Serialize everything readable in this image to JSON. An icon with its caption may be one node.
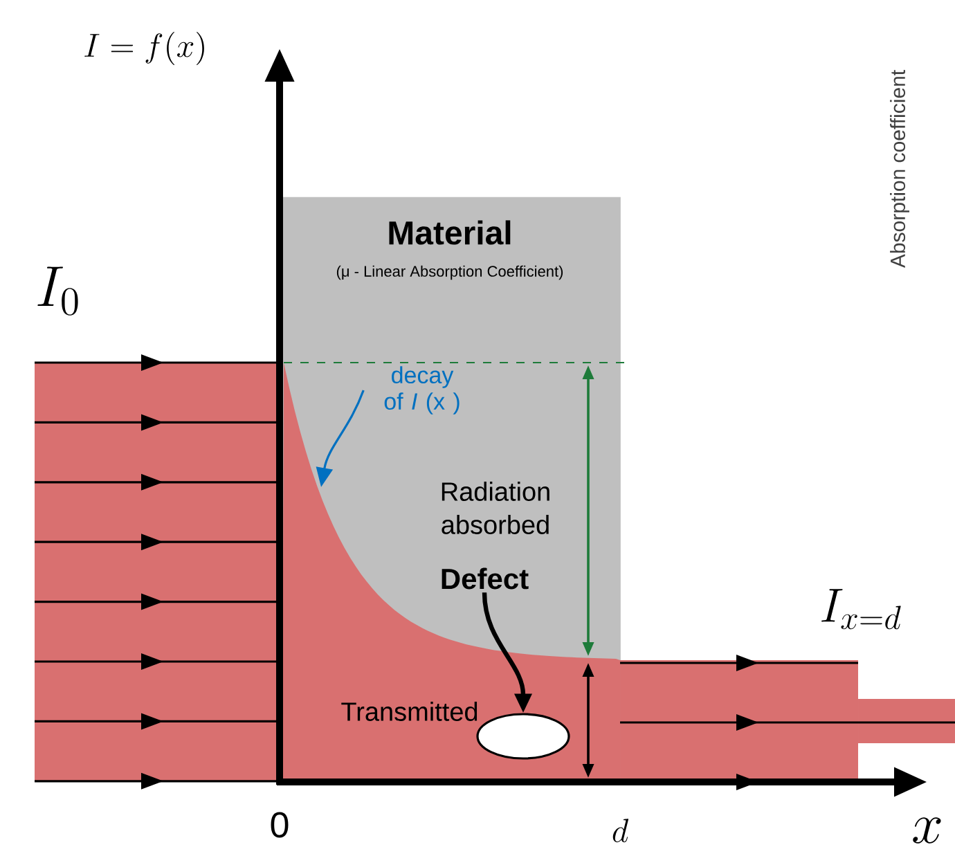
{
  "diagram": {
    "nodes": [
      {
        "text": [
          "Material",
          "(μ - Linear Absorption Coefficient)"
        ]
      },
      {
        "text": [
          "decay of *I* (x )"
        ],
        "in": 0
      },
      {
        "text": [
          "Radiation absorbed"
        ],
        "in": 0
      },
      {
        "text": [
          "Defect"
        ],
        "in": 0
      },
      {
        "text": [],
        "shape": "ellipse",
        "in": 0
      }
    ],
    "edges": [
      {
        "from": 1,
        "to": null,
        "arrow": "to",
        "color": "#0070c0"
      },
      {
        "from": 3,
        "to": 4,
        "arrow": "to",
        "style": "thick",
        "color": "#000000"
      }
    ],
    "labels": [
      "I = f(x)",
      "I_0",
      "Absorption coefficient",
      "Transmitted",
      "I_{x=d}",
      "0",
      "d",
      "x"
    ]
  }
}
